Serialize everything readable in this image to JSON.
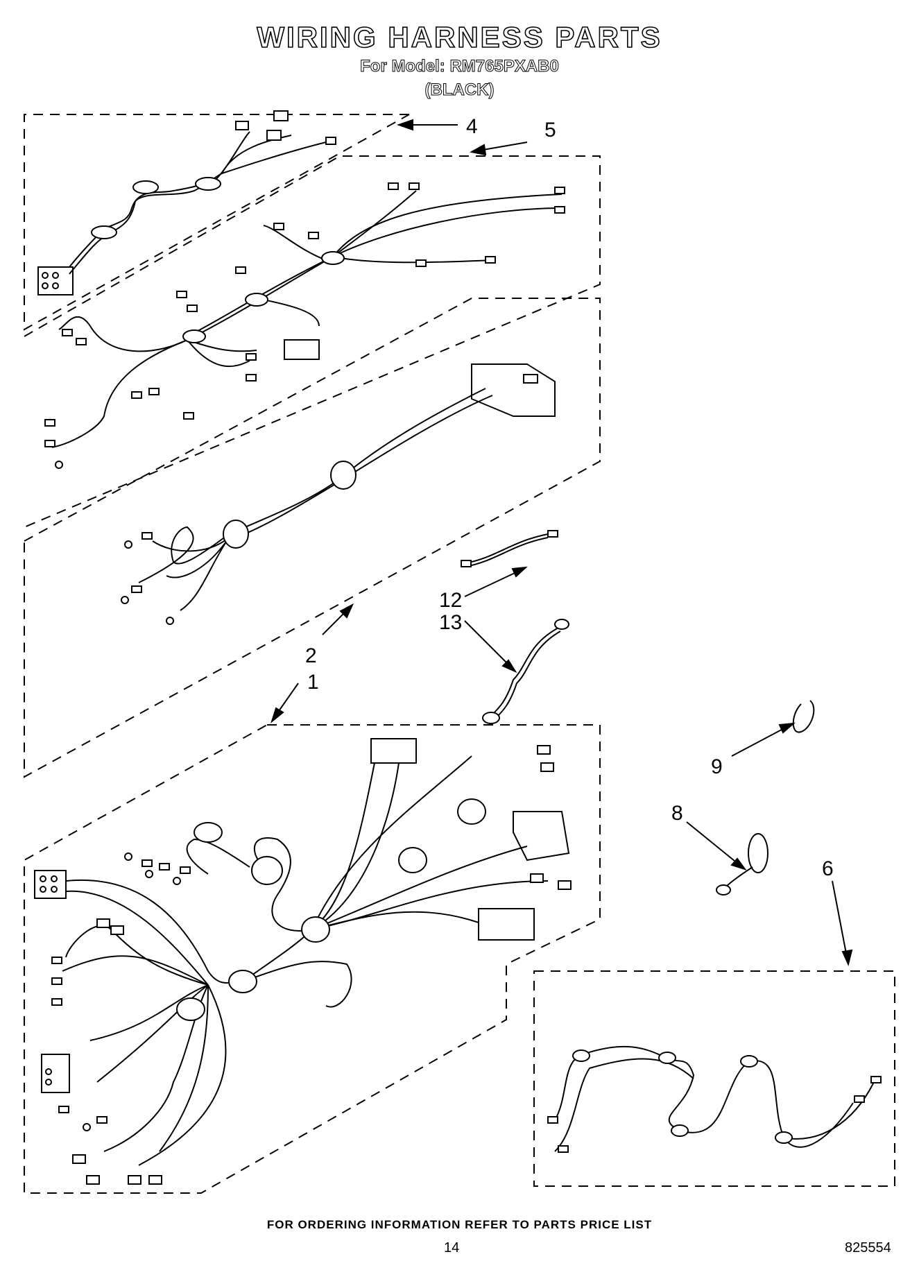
{
  "header": {
    "title": "WIRING HARNESS PARTS",
    "model_line": "For Model: RM765PXAB0",
    "color": "(BLACK)"
  },
  "callouts": {
    "c1": "1",
    "c2": "2",
    "c4": "4",
    "c5": "5",
    "c6": "6",
    "c8": "8",
    "c9": "9",
    "c12": "12",
    "c13": "13"
  },
  "footer": {
    "ordering_note": "FOR ORDERING INFORMATION REFER TO PARTS PRICE LIST",
    "page_number": "14",
    "document_number": "825554"
  }
}
